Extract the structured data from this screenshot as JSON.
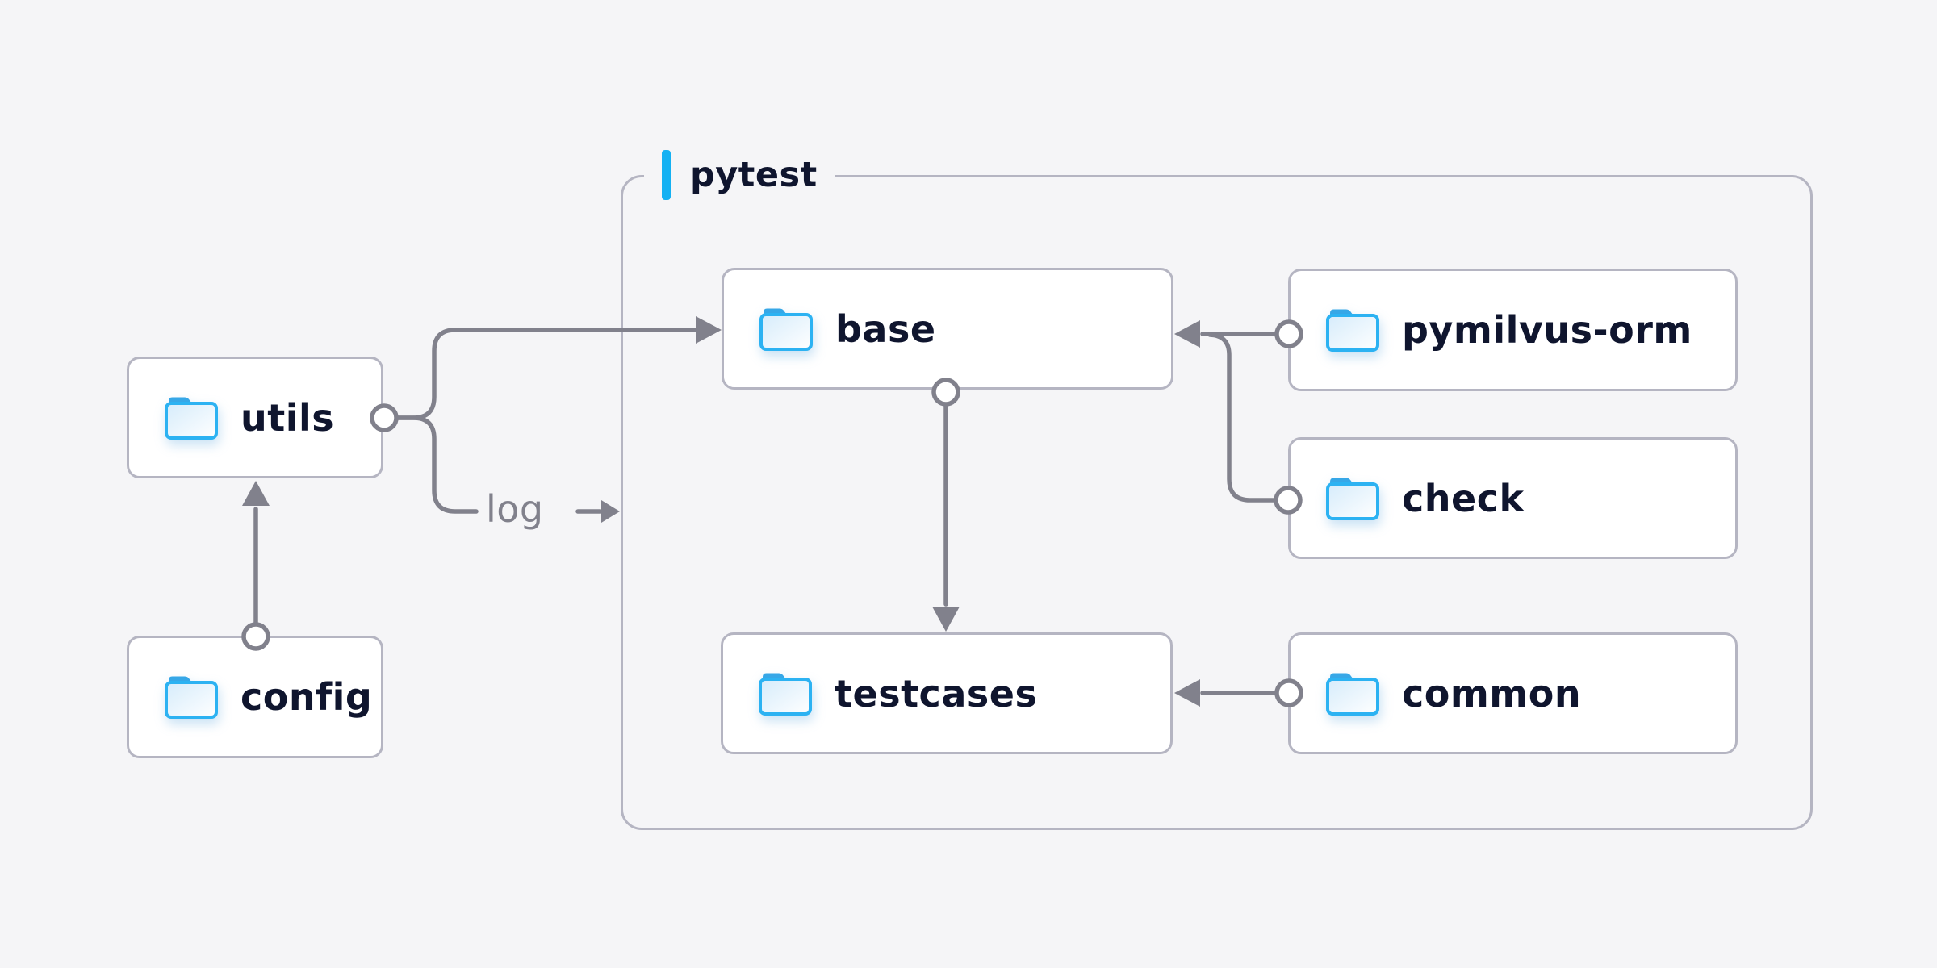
{
  "diagram": {
    "background": "#f5f5f7",
    "container": {
      "label": "pytest",
      "accent_color": "#14b1f3"
    },
    "nodes": [
      {
        "id": "utils",
        "label": "utils"
      },
      {
        "id": "config",
        "label": "config"
      },
      {
        "id": "base",
        "label": "base"
      },
      {
        "id": "testcases",
        "label": "testcases"
      },
      {
        "id": "pymilvus-orm",
        "label": "pymilvus-orm"
      },
      {
        "id": "check",
        "label": "check"
      },
      {
        "id": "common",
        "label": "common"
      }
    ],
    "edges": [
      {
        "from": "config",
        "to": "utils"
      },
      {
        "from": "utils",
        "to": "base"
      },
      {
        "from": "utils",
        "to": "pytest",
        "label": "log"
      },
      {
        "from": "pymilvus-orm",
        "to": "base"
      },
      {
        "from": "check",
        "to": "base"
      },
      {
        "from": "base",
        "to": "testcases"
      },
      {
        "from": "common",
        "to": "testcases"
      }
    ],
    "colors": {
      "node_border": "#b5b5c2",
      "node_fill": "#ffffff",
      "wire": "#81818c",
      "text": "#0f152e",
      "folder_stroke": "#2cb2f2",
      "folder_tab": "#36a7e7"
    }
  }
}
